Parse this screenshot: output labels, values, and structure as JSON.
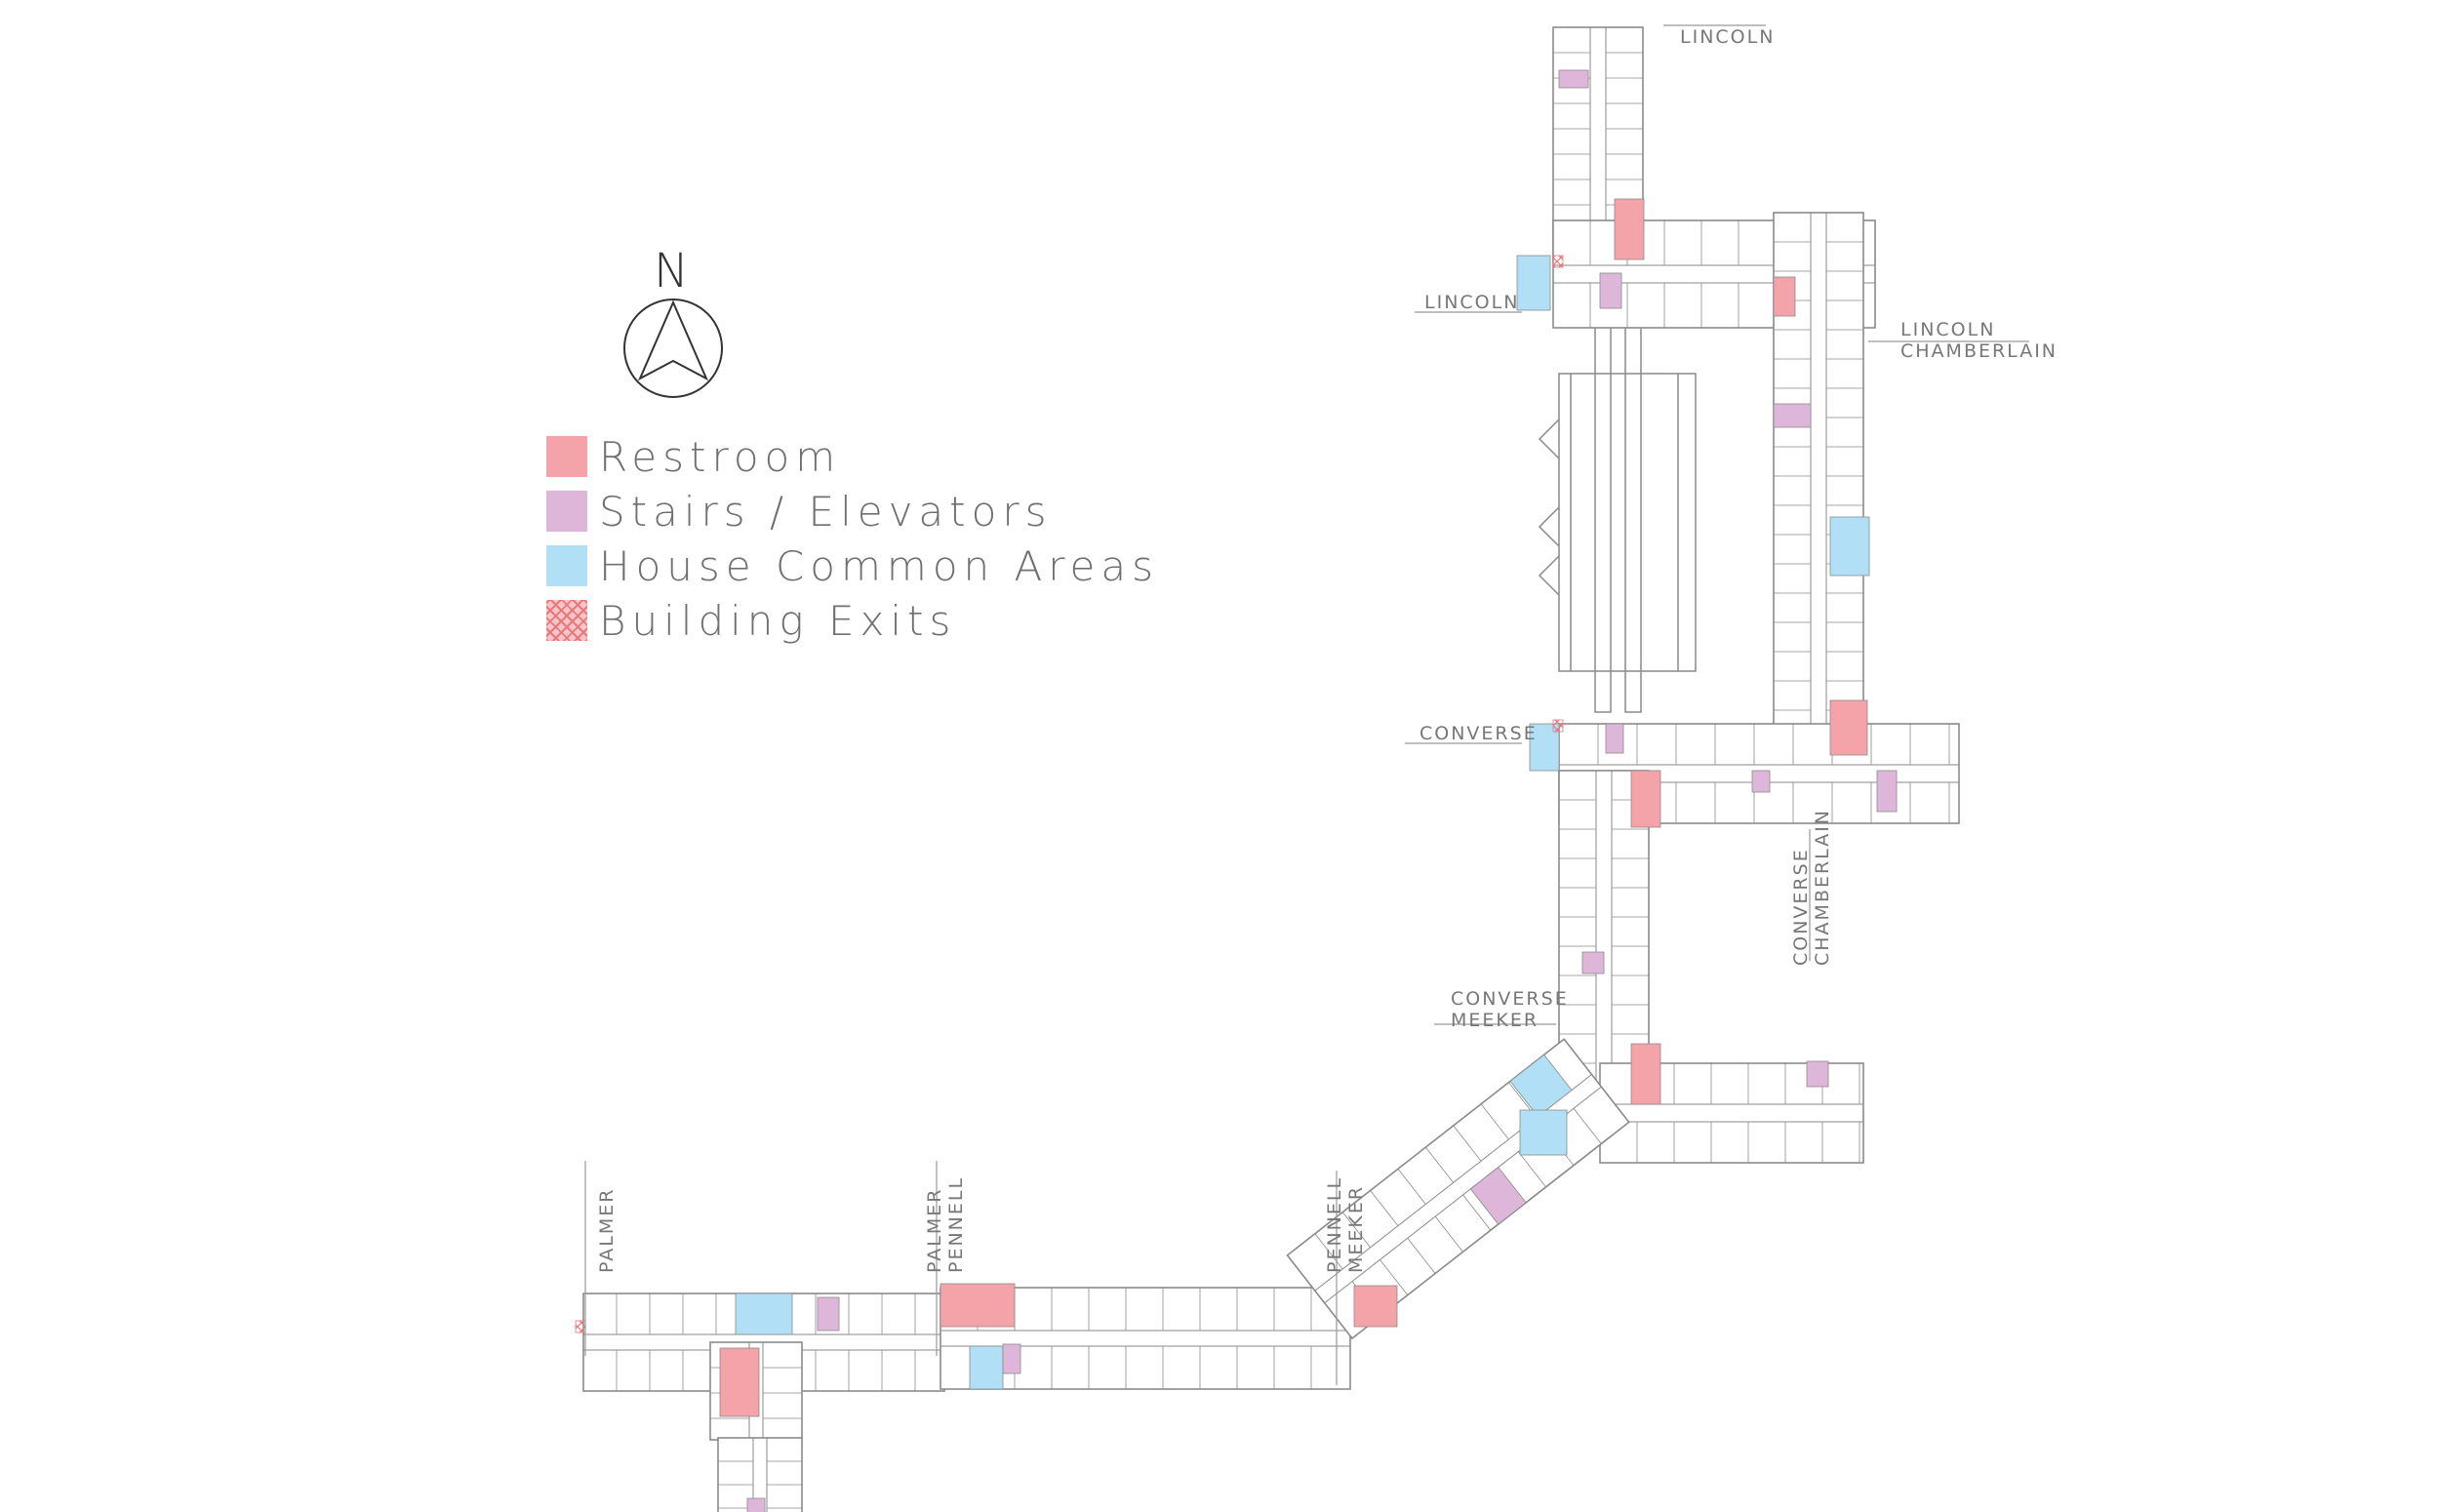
{
  "compass": {
    "letter": "N"
  },
  "legend": [
    {
      "label": "Restroom",
      "color": "#f4a3a8",
      "pattern": "solid"
    },
    {
      "label": "Stairs / Elevators",
      "color": "#ddb6da",
      "pattern": "solid"
    },
    {
      "label": "House Common Areas",
      "color": "#b1e0f6",
      "pattern": "solid"
    },
    {
      "label": "Building Exits",
      "color": "#e8787d",
      "pattern": "hatch"
    }
  ],
  "area_labels": {
    "lincoln_top": "LINCOLN",
    "lincoln_west": "LINCOLN",
    "lincoln_chamberlain": [
      "LINCOLN",
      "CHAMBERLAIN"
    ],
    "converse": "CONVERSE",
    "converse_chamberlain": [
      "CONVERSE",
      "CHAMBERLAIN"
    ],
    "converse_meeker": [
      "CONVERSE",
      "MEEKER"
    ],
    "palmer": "PALMER",
    "palmer_pennell": [
      "PALMER",
      "PENNELL"
    ],
    "pennell_meeker": [
      "PENNELL",
      "MEEKER"
    ]
  },
  "colors": {
    "wall": "#8a8a8a",
    "background": "#ffffff",
    "restroom": "#f4a3a8",
    "stairs": "#ddb6da",
    "common": "#b1e0f6"
  }
}
